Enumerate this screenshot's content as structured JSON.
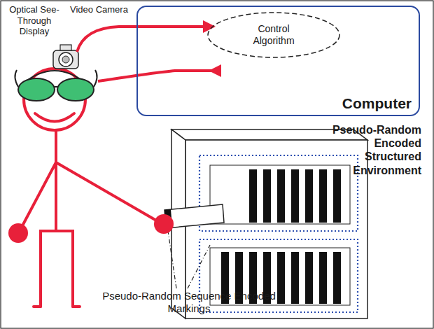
{
  "diagram": {
    "nodes": [
      {
        "text": [
          "Computer"
        ]
      },
      {
        "text": [
          "Control Algorithm"
        ],
        "in": 0
      }
    ],
    "labels": [
      "Optical See-Through Display",
      "Video Camera",
      "Pseudo-Random Encoded Structured Environment",
      "Pseudo-Random Sequence Encoded Markings"
    ]
  }
}
